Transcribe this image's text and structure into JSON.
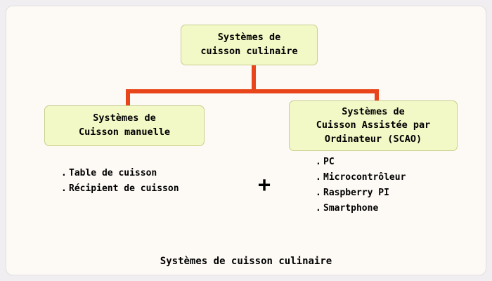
{
  "diagram": {
    "caption": "Systèmes de cuisson culinaire",
    "accent_color": "#e8461a",
    "node_fill": "#f2f8c6",
    "node_border": "#c9cf8e",
    "background": "#fdfaf6",
    "plus_symbol": "+",
    "bullet_symbol": ".",
    "root": {
      "line1": "Systèmes de",
      "line2": "cuisson culinaire"
    },
    "left_branch": {
      "line1": "Systèmes de",
      "line2": "Cuisson manuelle",
      "items": [
        "Table de cuisson",
        "Récipient de cuisson"
      ]
    },
    "right_branch": {
      "line1": "Systèmes de",
      "line2": "Cuisson Assistée par",
      "line3": "Ordinateur (SCAO)",
      "items": [
        "PC",
        "Microcontrôleur",
        "Raspberry PI",
        "Smartphone"
      ]
    }
  }
}
